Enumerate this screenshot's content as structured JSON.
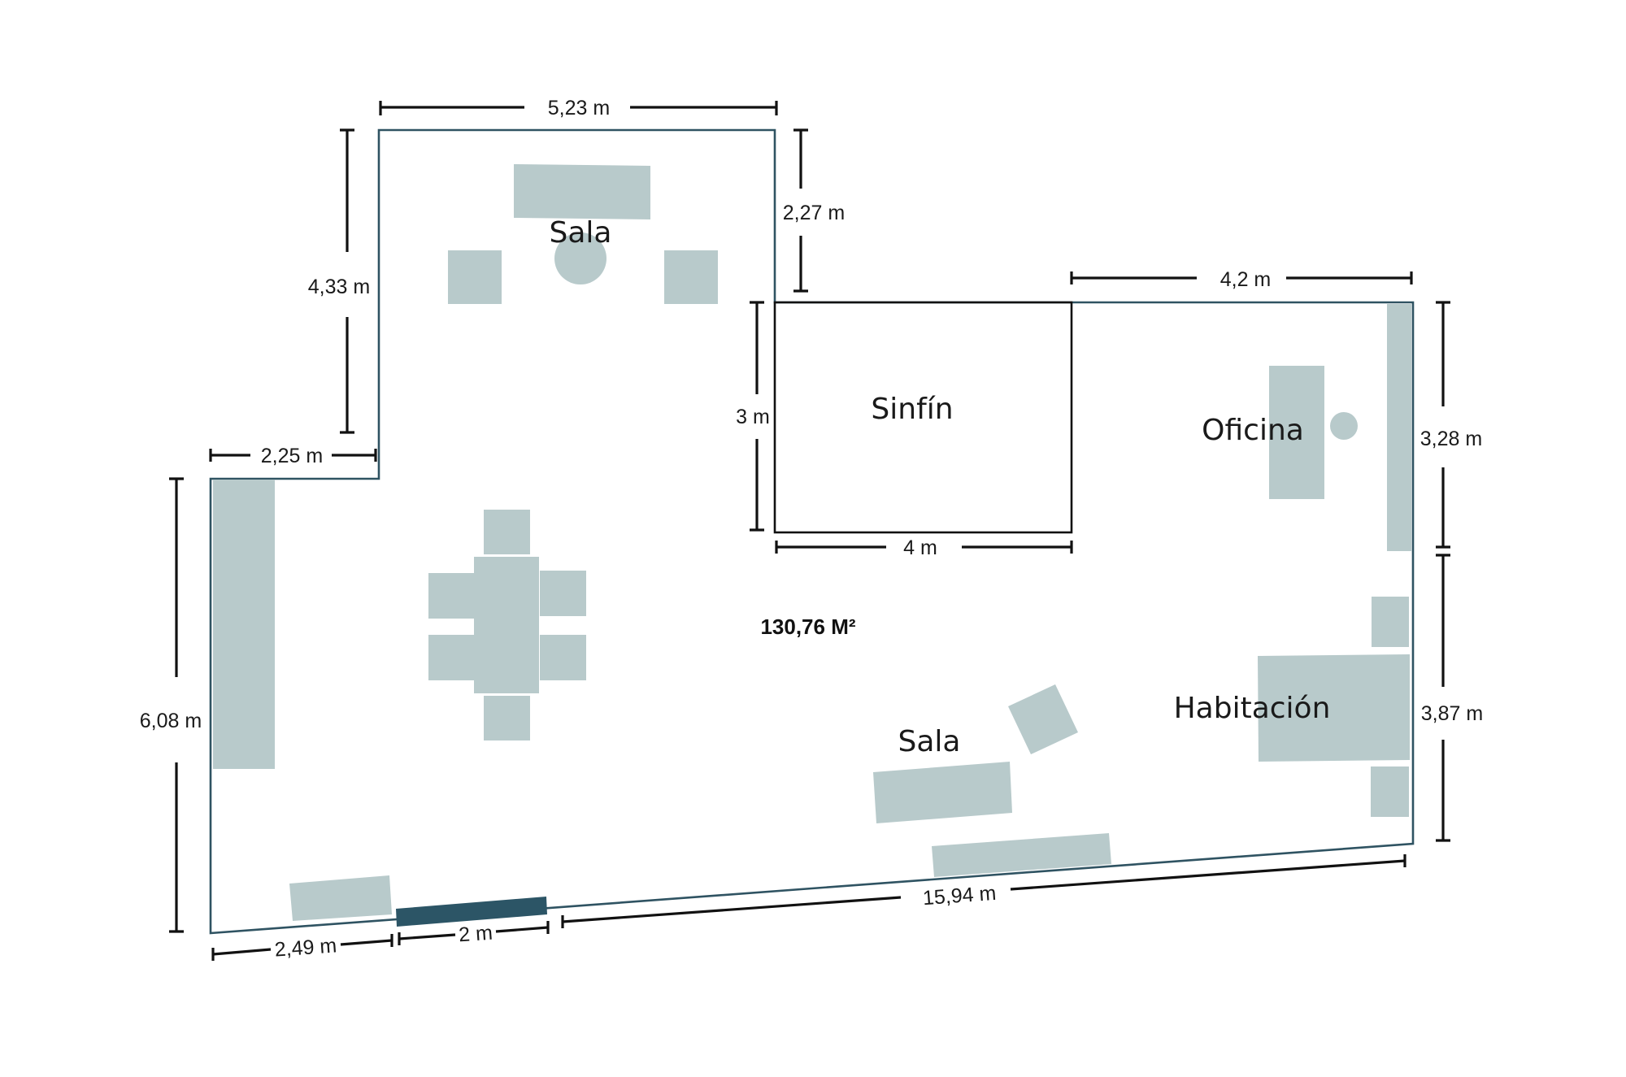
{
  "plan": {
    "total_area": "130,76 M²",
    "colors": {
      "outer_wall": "#2f5362",
      "inner_wall": "#111111",
      "furniture": "#b8cacb",
      "door": "#2c5566",
      "dimension": "#111111"
    },
    "rooms": {
      "sala_top": "Sala",
      "sinfin": "Sinfín",
      "oficina": "Oficina",
      "habitacion": "Habitación",
      "sala_bottom": "Sala"
    },
    "dimensions": {
      "top_width": "5,23 m",
      "left_upper_height": "4,33 m",
      "step_gap_height": "2,27 m",
      "right_top_width": "4,2 m",
      "sinfin_height": "3 m",
      "sinfin_width": "4 m",
      "left_step_width": "2,25 m",
      "right_upper_height": "3,28 m",
      "right_lower_height": "3,87 m",
      "left_lower_height": "6,08 m",
      "bottom_long": "15,94 m",
      "bottom_left": "2,49 m",
      "door_width": "2 m"
    }
  }
}
